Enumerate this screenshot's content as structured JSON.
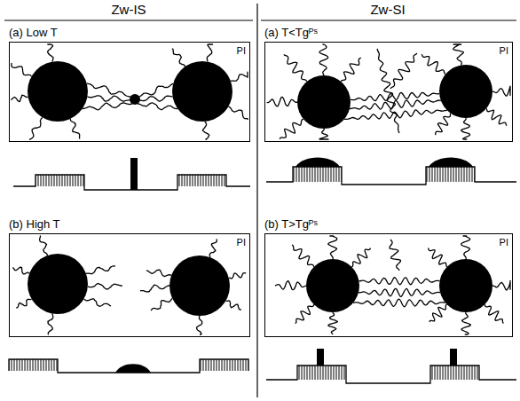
{
  "diagram": {
    "nodes": [
      {
        "text": [
          "(a) Low T",
          "PI"
        ]
      },
      {
        "text": [
          "(b) High T",
          "PI"
        ]
      },
      {
        "text": [
          "(a) T<Tgᴾˢ",
          "PI"
        ]
      },
      {
        "text": [
          "(b) T>Tgᴾˢ",
          "PI"
        ]
      }
    ],
    "labels": [
      "Zw-IS",
      "Zw-SI"
    ]
  }
}
